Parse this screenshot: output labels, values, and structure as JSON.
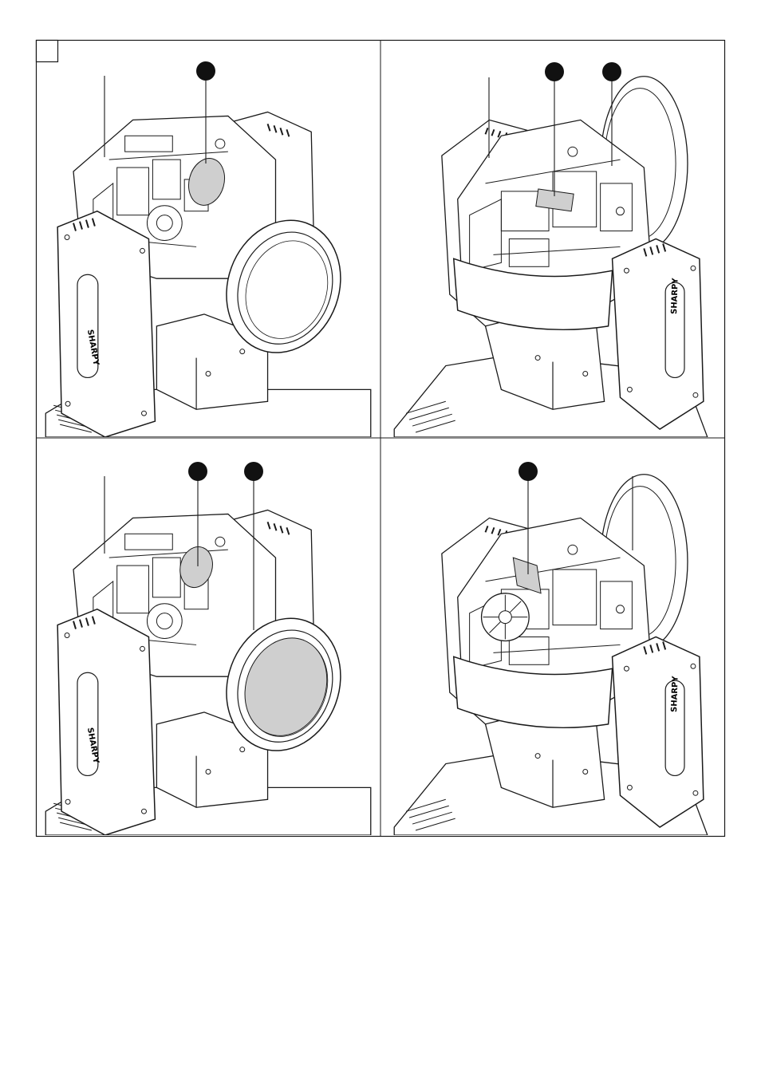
{
  "figure": {
    "panels": [
      {
        "id": "top-left",
        "brand": "SHARPY",
        "callouts": 1,
        "leader_lines": 1
      },
      {
        "id": "top-right",
        "brand": "SHARPY",
        "callouts": 2,
        "leader_lines": 1
      },
      {
        "id": "bottom-left",
        "brand": "SHARPY",
        "callouts": 2,
        "leader_lines": 1
      },
      {
        "id": "bottom-right",
        "brand": "SHARPY",
        "callouts": 1,
        "leader_lines": 1
      }
    ],
    "colors": {
      "line": "#1a1a1a",
      "callout_fill": "#111111",
      "highlight_fill": "#cfcfcf",
      "body_fill": "#ffffff"
    }
  }
}
